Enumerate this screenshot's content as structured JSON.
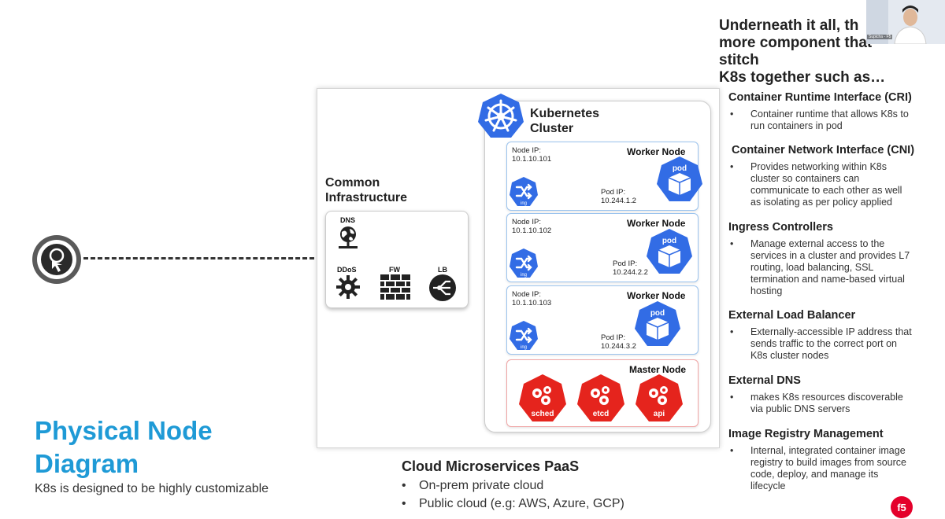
{
  "title_line1": "Physical Node",
  "title_line2": "Diagram",
  "subtitle": "K8s is designed to be highly customizable",
  "infrastructure": {
    "title_line1": "Common",
    "title_line2": "Infrastructure",
    "dns": "DNS",
    "ddos": "DDoS",
    "fw": "FW",
    "lb": "LB"
  },
  "cluster": {
    "title_line1": "Kubernetes",
    "title_line2": "Cluster",
    "nodes": [
      {
        "title": "Worker Node",
        "node_ip_label": "Node IP:",
        "node_ip": "10.1.10.101",
        "pod_ip_label": "Pod IP:",
        "pod_ip": "10.244.1.2",
        "pod": "pod",
        "ing": "ing"
      },
      {
        "title": "Worker Node",
        "node_ip_label": "Node IP:",
        "node_ip": "10.1.10.102",
        "pod_ip_label": "Pod IP:",
        "pod_ip": "10.244.2.2",
        "pod": "pod",
        "ing": "ing"
      },
      {
        "title": "Worker Node",
        "node_ip_label": "Node IP:",
        "node_ip": "10.1.10.103",
        "pod_ip_label": "Pod IP:",
        "pod_ip": "10.244.3.2",
        "pod": "pod",
        "ing": "ing"
      }
    ],
    "master": {
      "title": "Master Node",
      "components": [
        "sched",
        "etcd",
        "api"
      ]
    }
  },
  "paas": {
    "title": "Cloud Microservices PaaS",
    "items": [
      "On-prem private cloud",
      "Public cloud (e.g: AWS, Azure, GCP)"
    ]
  },
  "right_column": {
    "headline_line1": "Underneath it all, th",
    "headline_line2": "more component that stitch",
    "headline_line3": "K8s together such as…",
    "sections": [
      {
        "heading": "Container Runtime Interface (CRI)",
        "lines": [
          "Container runtime that allows K8s to",
          "run containers in pod"
        ]
      },
      {
        "heading": "Container Network Interface (CNI)",
        "lines": [
          "Provides networking within K8s",
          "cluster so containers can",
          "communicate to each other as well",
          "as isolating as per policy applied"
        ]
      },
      {
        "heading": "Ingress Controllers",
        "lines": [
          "Manage external access to the",
          "services in a cluster and provides L7",
          "routing, load balancing, SSL",
          "termination and name-based virtual",
          "hosting"
        ]
      },
      {
        "heading": "External Load Balancer",
        "lines": [
          "Externally-accessible IP address that",
          "sends traffic to the correct port on",
          "K8s cluster nodes"
        ]
      },
      {
        "heading": "External DNS",
        "lines": [
          "makes K8s resources discoverable",
          "via public DNS servers"
        ]
      },
      {
        "heading": "Image Registry Management",
        "lines": [
          "Internal, integrated container image",
          "registry to build images from source",
          "code, deploy, and manage its",
          "lifecycle"
        ]
      }
    ],
    "bullet": "•"
  },
  "webcam_label": "Supicha - F5",
  "colors": {
    "title_blue": "#1e9ad6",
    "k8s_blue": "#326ce5",
    "master_red": "#e5241d",
    "node_border": "#9cc4ee",
    "master_border": "#f0a6a6"
  }
}
